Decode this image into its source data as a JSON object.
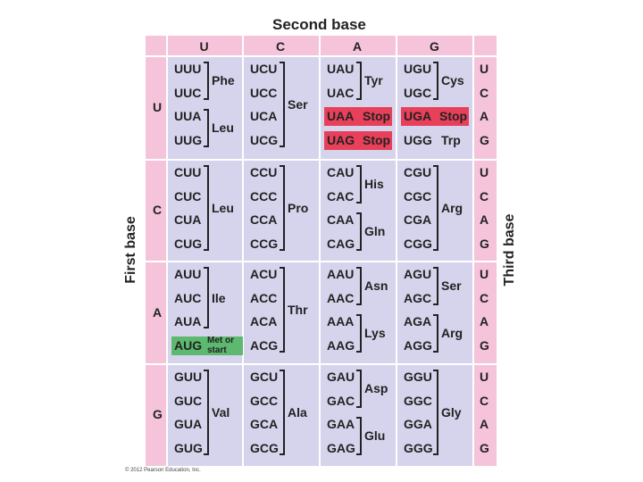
{
  "title": "Second base",
  "left_label": "First base",
  "right_label": "Third base",
  "copyright": "© 2012 Pearson Education, Inc.",
  "second_bases": [
    "U",
    "C",
    "A",
    "G"
  ],
  "first_bases": [
    "U",
    "C",
    "A",
    "G"
  ],
  "third_bases": [
    "U",
    "C",
    "A",
    "G"
  ],
  "colors": {
    "pink": "#f6c4da",
    "lavender": "#d6d3ec",
    "stop_red": "#e8405a",
    "start_green": "#5db870",
    "divider": "#ffffff"
  },
  "blocks": [
    [
      {
        "codons": [
          "UUU",
          "UUC",
          "UUA",
          "UUG"
        ],
        "groups": [
          {
            "aa": "Phe",
            "range": [
              0,
              1
            ]
          },
          {
            "aa": "Leu",
            "range": [
              2,
              3
            ]
          }
        ]
      },
      {
        "codons": [
          "UCU",
          "UCC",
          "UCA",
          "UCG"
        ],
        "groups": [
          {
            "aa": "Ser",
            "range": [
              0,
              3
            ]
          }
        ]
      },
      {
        "codons": [
          "UAU",
          "UAC",
          "UAA",
          "UAG"
        ],
        "groups": [
          {
            "aa": "Tyr",
            "range": [
              0,
              1
            ]
          },
          {
            "aa": "Stop",
            "range": [
              2,
              2
            ],
            "hl": "stop"
          },
          {
            "aa": "Stop",
            "range": [
              3,
              3
            ],
            "hl": "stop"
          }
        ]
      },
      {
        "codons": [
          "UGU",
          "UGC",
          "UGA",
          "UGG"
        ],
        "groups": [
          {
            "aa": "Cys",
            "range": [
              0,
              1
            ]
          },
          {
            "aa": "Stop",
            "range": [
              2,
              2
            ],
            "hl": "stop"
          },
          {
            "aa": "Trp",
            "range": [
              3,
              3
            ]
          }
        ]
      }
    ],
    [
      {
        "codons": [
          "CUU",
          "CUC",
          "CUA",
          "CUG"
        ],
        "groups": [
          {
            "aa": "Leu",
            "range": [
              0,
              3
            ]
          }
        ]
      },
      {
        "codons": [
          "CCU",
          "CCC",
          "CCA",
          "CCG"
        ],
        "groups": [
          {
            "aa": "Pro",
            "range": [
              0,
              3
            ]
          }
        ]
      },
      {
        "codons": [
          "CAU",
          "CAC",
          "CAA",
          "CAG"
        ],
        "groups": [
          {
            "aa": "His",
            "range": [
              0,
              1
            ]
          },
          {
            "aa": "Gln",
            "range": [
              2,
              3
            ]
          }
        ]
      },
      {
        "codons": [
          "CGU",
          "CGC",
          "CGA",
          "CGG"
        ],
        "groups": [
          {
            "aa": "Arg",
            "range": [
              0,
              3
            ]
          }
        ]
      }
    ],
    [
      {
        "codons": [
          "AUU",
          "AUC",
          "AUA",
          "AUG"
        ],
        "groups": [
          {
            "aa": "Ile",
            "range": [
              0,
              2
            ]
          },
          {
            "aa": "Met or start",
            "range": [
              3,
              3
            ],
            "hl": "start"
          }
        ]
      },
      {
        "codons": [
          "ACU",
          "ACC",
          "ACA",
          "ACG"
        ],
        "groups": [
          {
            "aa": "Thr",
            "range": [
              0,
              3
            ]
          }
        ]
      },
      {
        "codons": [
          "AAU",
          "AAC",
          "AAA",
          "AAG"
        ],
        "groups": [
          {
            "aa": "Asn",
            "range": [
              0,
              1
            ]
          },
          {
            "aa": "Lys",
            "range": [
              2,
              3
            ]
          }
        ]
      },
      {
        "codons": [
          "AGU",
          "AGC",
          "AGA",
          "AGG"
        ],
        "groups": [
          {
            "aa": "Ser",
            "range": [
              0,
              1
            ]
          },
          {
            "aa": "Arg",
            "range": [
              2,
              3
            ]
          }
        ]
      }
    ],
    [
      {
        "codons": [
          "GUU",
          "GUC",
          "GUA",
          "GUG"
        ],
        "groups": [
          {
            "aa": "Val",
            "range": [
              0,
              3
            ]
          }
        ]
      },
      {
        "codons": [
          "GCU",
          "GCC",
          "GCA",
          "GCG"
        ],
        "groups": [
          {
            "aa": "Ala",
            "range": [
              0,
              3
            ]
          }
        ]
      },
      {
        "codons": [
          "GAU",
          "GAC",
          "GAA",
          "GAG"
        ],
        "groups": [
          {
            "aa": "Asp",
            "range": [
              0,
              1
            ]
          },
          {
            "aa": "Glu",
            "range": [
              2,
              3
            ]
          }
        ]
      },
      {
        "codons": [
          "GGU",
          "GGC",
          "GGA",
          "GGG"
        ],
        "groups": [
          {
            "aa": "Gly",
            "range": [
              0,
              3
            ]
          }
        ]
      }
    ]
  ]
}
